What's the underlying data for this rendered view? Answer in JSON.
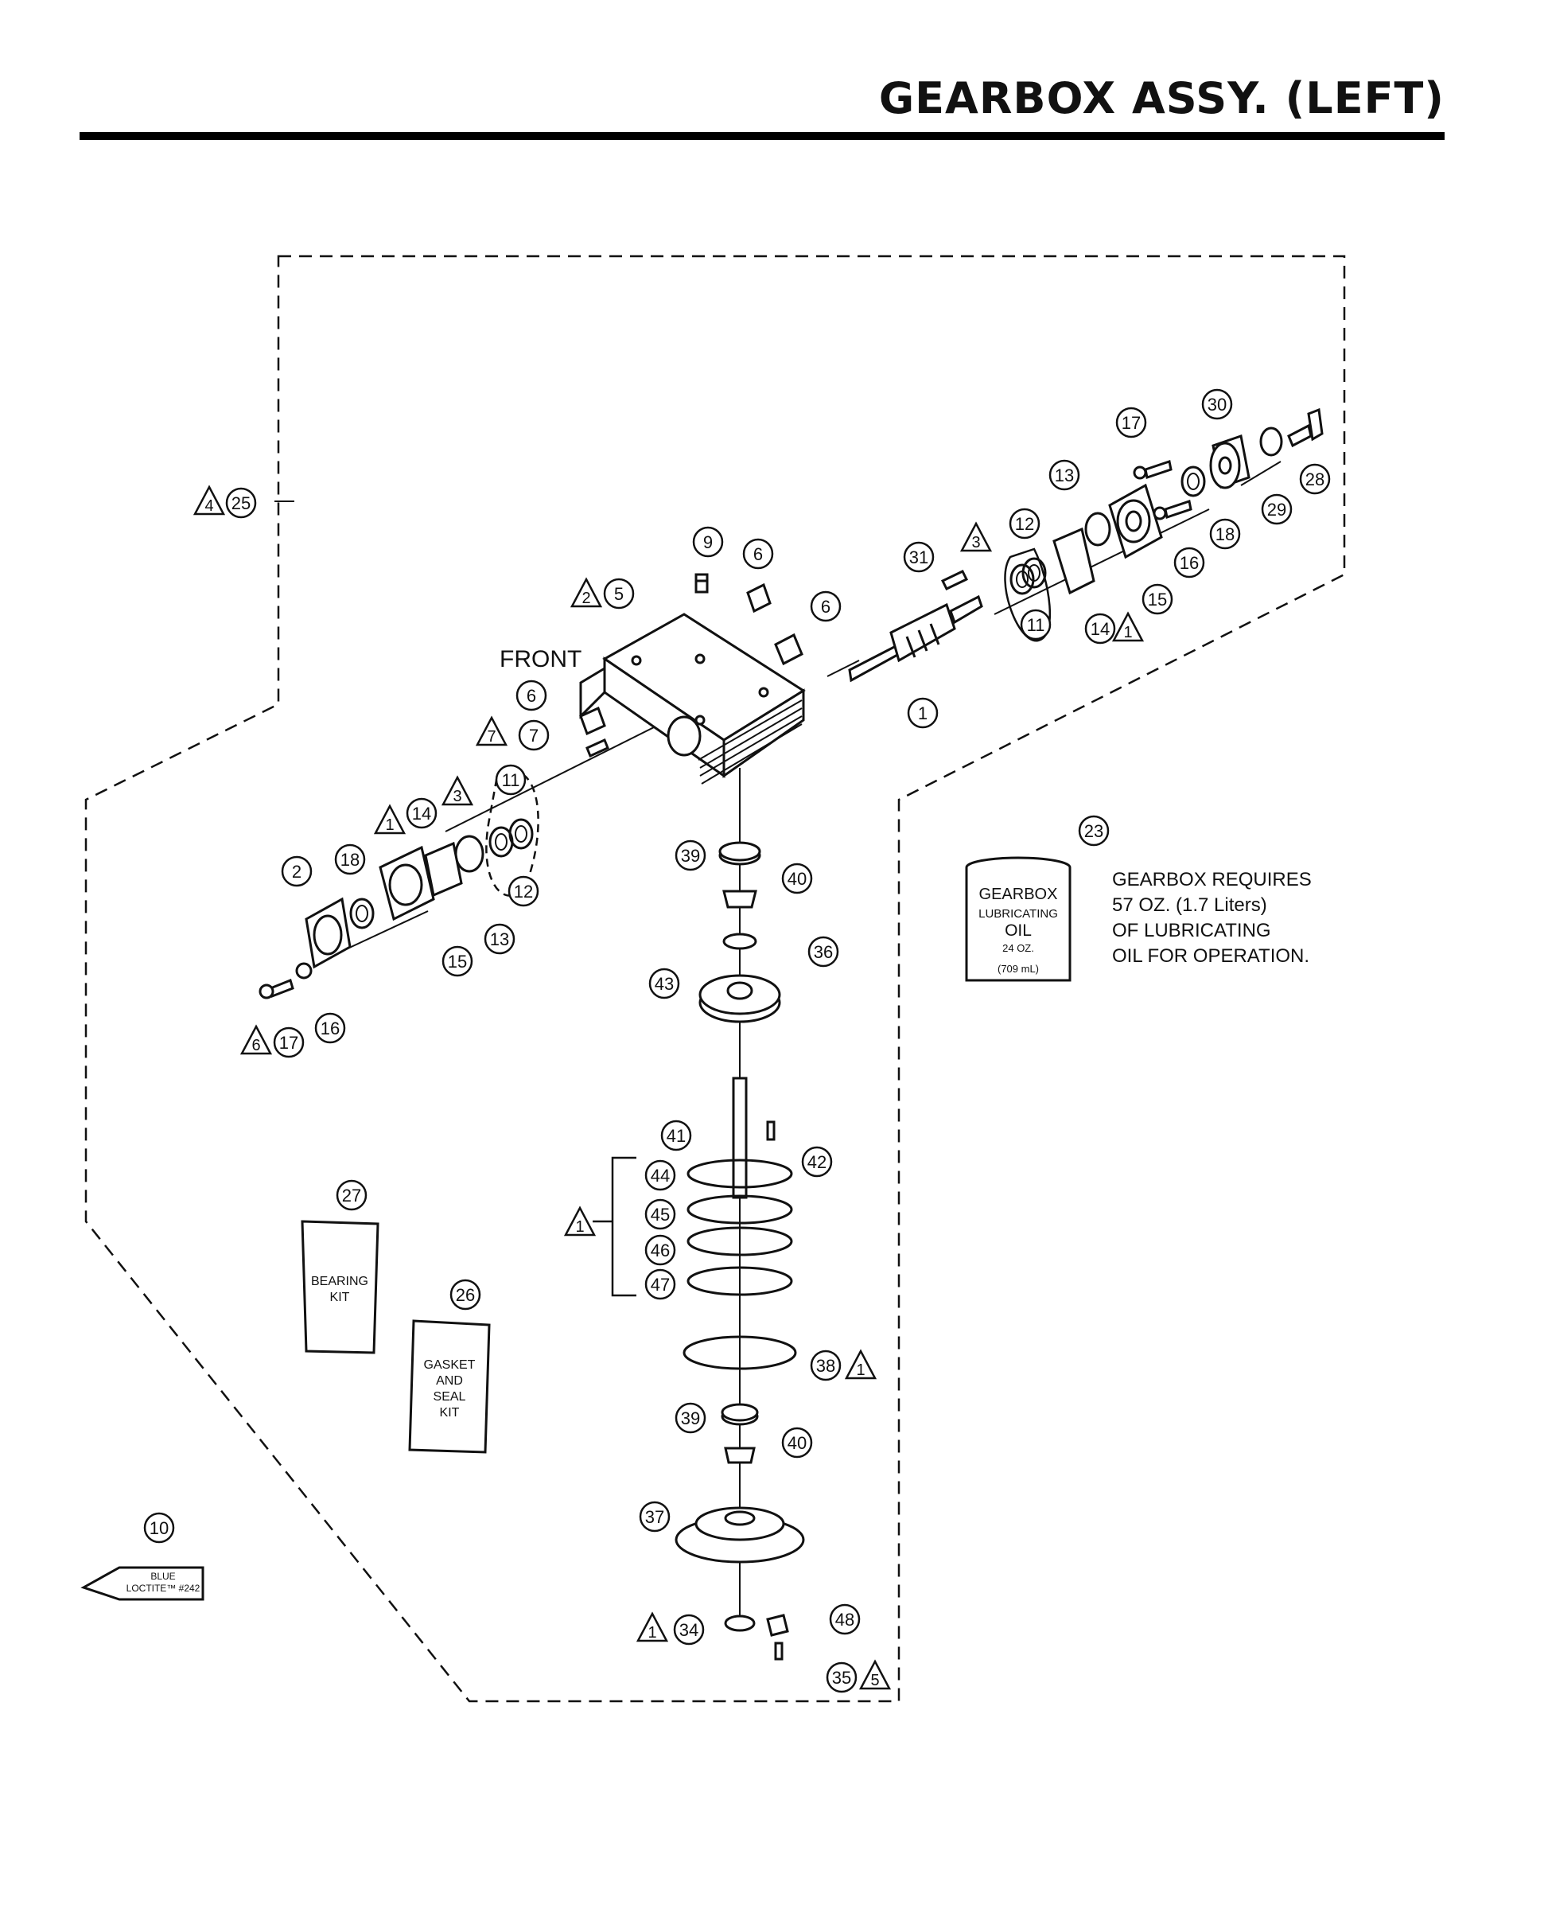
{
  "page": {
    "title": "GEARBOX ASSY. (LEFT)"
  },
  "callouts": {
    "front_label": "FRONT",
    "oil_note": [
      "GEARBOX REQUIRES",
      "57 OZ. (1.7 Liters)",
      "OF LUBRICATING",
      "OIL FOR OPERATION."
    ]
  },
  "products": {
    "oil_can": {
      "line1": "GEARBOX",
      "line2": "LUBRICATING",
      "line3": "OIL",
      "line4": "24 OZ.",
      "line5": "(709 mL)"
    },
    "bearing_kit": {
      "line1": "BEARING",
      "line2": "KIT"
    },
    "gasket_kit": {
      "line1": "GASKET",
      "line2": "AND",
      "line3": "SEAL",
      "line4": "KIT"
    },
    "loctite_tube": {
      "line1": "BLUE",
      "line2": "LOCTITE™ #242"
    }
  },
  "part_numbers": [
    "1",
    "2",
    "5",
    "6",
    "7",
    "9",
    "10",
    "11",
    "12",
    "13",
    "14",
    "15",
    "16",
    "17",
    "18",
    "23",
    "25",
    "26",
    "27",
    "28",
    "29",
    "30",
    "31",
    "34",
    "35",
    "36",
    "37",
    "38",
    "39",
    "40",
    "41",
    "42",
    "43",
    "44",
    "45",
    "46",
    "47",
    "48"
  ],
  "note_flags": [
    "1",
    "2",
    "3",
    "4",
    "5",
    "6",
    "7"
  ]
}
